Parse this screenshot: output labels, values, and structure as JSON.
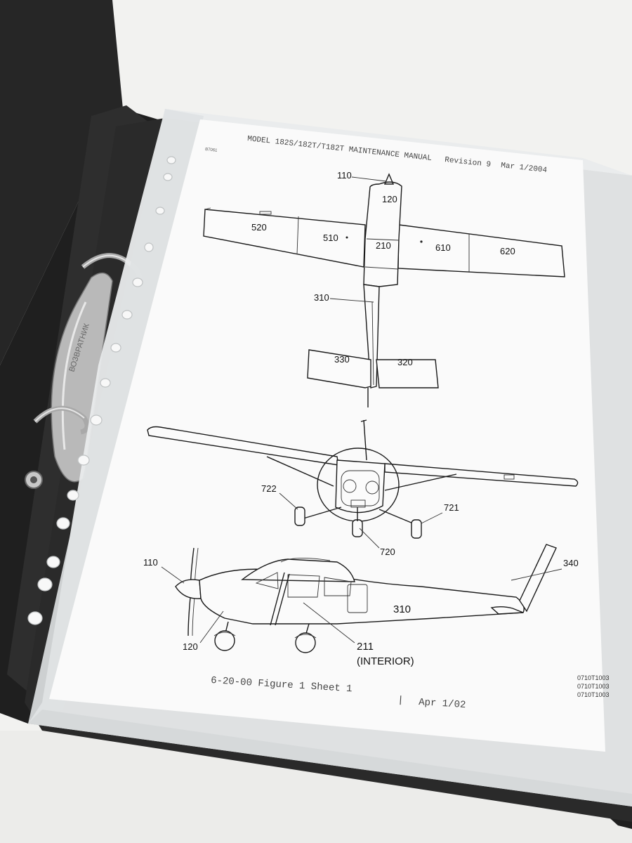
{
  "document": {
    "header": "MODEL 182S/182T/T182T MAINTENANCE MANUAL",
    "revision": "Revision 9",
    "revision_date": "Mar 1/2004",
    "sheet_code": "B7061",
    "footer_figure": "6-20-00 Figure 1 Sheet 1",
    "footer_separator": "|",
    "footer_date": "Apr 1/02",
    "drawing_codes": [
      "0710T1003",
      "0710T1003",
      "0710T1003"
    ]
  },
  "top_view": {
    "labels": [
      "110",
      "120",
      "520",
      "510",
      "210",
      "610",
      "620",
      "310",
      "330",
      "320"
    ]
  },
  "front_view": {
    "labels": [
      "722",
      "721",
      "720"
    ]
  },
  "side_view": {
    "labels": [
      "110",
      "340",
      "310",
      "120",
      "211",
      "(INTERIOR)"
    ]
  },
  "binder": {
    "spine_text": "ВОЗВРАТНИК"
  }
}
